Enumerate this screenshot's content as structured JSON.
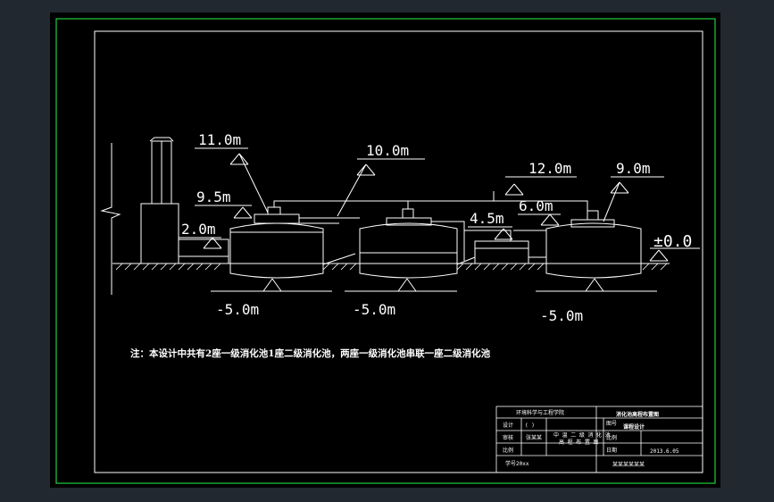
{
  "elevations": {
    "e_11_0": "11.0m",
    "e_10_0": "10.0m",
    "e_12_0": "12.0m",
    "e_9_0": "9.0m",
    "e_9_5": "9.5m",
    "e_2_0": "2.0m",
    "e_4_5": "4.5m",
    "e_6_0": "6.0m",
    "e_zero": "±0.0",
    "e_minus_1": "-5.0m",
    "e_minus_2": "-5.0m",
    "e_minus_3": "-5.0m"
  },
  "note": "注：本设计中共有2座一级消化池1座二级消化池，两座一级消化池串联一座二级消化池",
  "title_block": {
    "school": "环境科学与工程学院",
    "drawing_name": "消化池高程布置图",
    "row1_left": "设计",
    "row1_mid": "(  )",
    "row2_left": "审核",
    "row2_mid": "张某某",
    "desc_line1": "中 温 二 级 消 化 池",
    "desc_line2": "高 程 布 置 图",
    "row3_left": "比例",
    "row4_left": "学号20xx",
    "r_label1": "图号",
    "r_value1": "课程设计",
    "r_label2": "比例",
    "r_label3": "日期",
    "r_value3": "2013.6.05",
    "r_bottom": "某某某某某某"
  },
  "colors": {
    "background": "#212830",
    "drawing": "#000000",
    "line": "#ffffff",
    "frame": "#1fcf3f"
  }
}
